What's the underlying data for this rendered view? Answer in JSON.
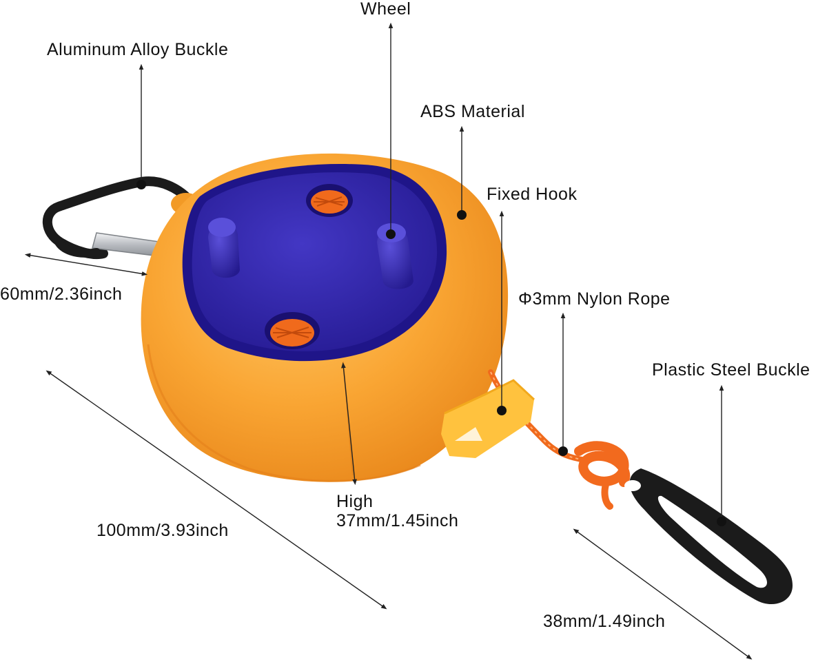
{
  "labels": {
    "wheel": "Wheel",
    "aluminum_buckle": "Aluminum Alloy Buckle",
    "abs_material": "ABS Material",
    "fixed_hook": "Fixed Hook",
    "width_60": "60mm/2.36inch",
    "nylon_rope": "Φ3mm Nylon Rope",
    "plastic_buckle": "Plastic Steel Buckle",
    "high_title": "High",
    "high_value": "37mm/1.45inch",
    "diameter_100": "100mm/3.93inch",
    "length_38": "38mm/1.49inch"
  },
  "colors": {
    "body_orange": "#f7a531",
    "body_orange_dark": "#e98a17",
    "body_orange_light": "#ffc25e",
    "lid_blue": "#3a2fb0",
    "lid_blue_dark": "#22188a",
    "rope_orange": "#f06a1c",
    "buckle_black": "#1c1c1c",
    "aluminum": "#c9ccd0"
  }
}
